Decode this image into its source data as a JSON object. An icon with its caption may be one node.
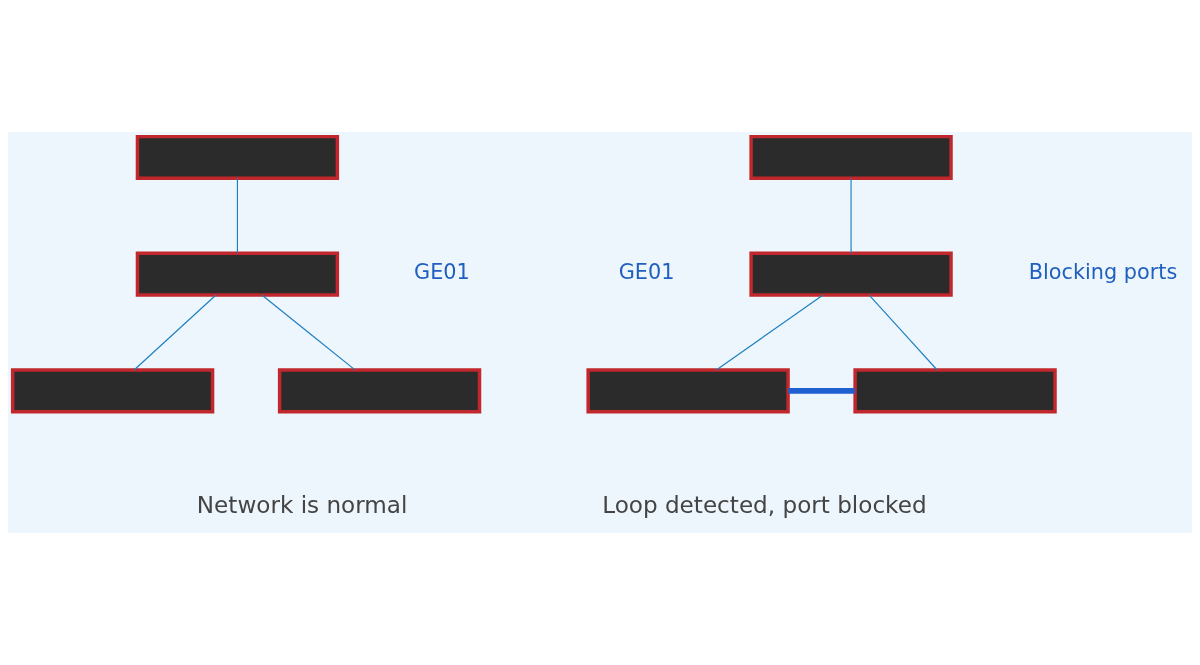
{
  "diagram": {
    "nodes": [
      {
        "text": [],
        "shape": "box"
      },
      {
        "text": [],
        "shape": "box"
      },
      {
        "text": [],
        "shape": "box"
      },
      {
        "text": [],
        "shape": "box"
      },
      {
        "text": [],
        "shape": "box"
      },
      {
        "text": [],
        "shape": "box"
      },
      {
        "text": [],
        "shape": "box"
      },
      {
        "text": [],
        "shape": "box"
      }
    ],
    "edges": [
      {
        "from": 0,
        "to": 1,
        "arrow": "none"
      },
      {
        "from": 1,
        "to": 2,
        "arrow": "none"
      },
      {
        "from": 1,
        "to": 3,
        "arrow": "none"
      },
      {
        "from": 4,
        "to": 5,
        "arrow": "none"
      },
      {
        "from": 5,
        "to": 6,
        "arrow": "none"
      },
      {
        "from": 5,
        "to": 7,
        "arrow": "none"
      },
      {
        "from": 6,
        "to": 7,
        "arrow": "none",
        "style": "thick",
        "color": "#1f5fd0"
      }
    ],
    "labels": [
      "GE01",
      "Network is normal",
      "GE01",
      "Blocking ports",
      "Loop detected, port blocked"
    ]
  }
}
